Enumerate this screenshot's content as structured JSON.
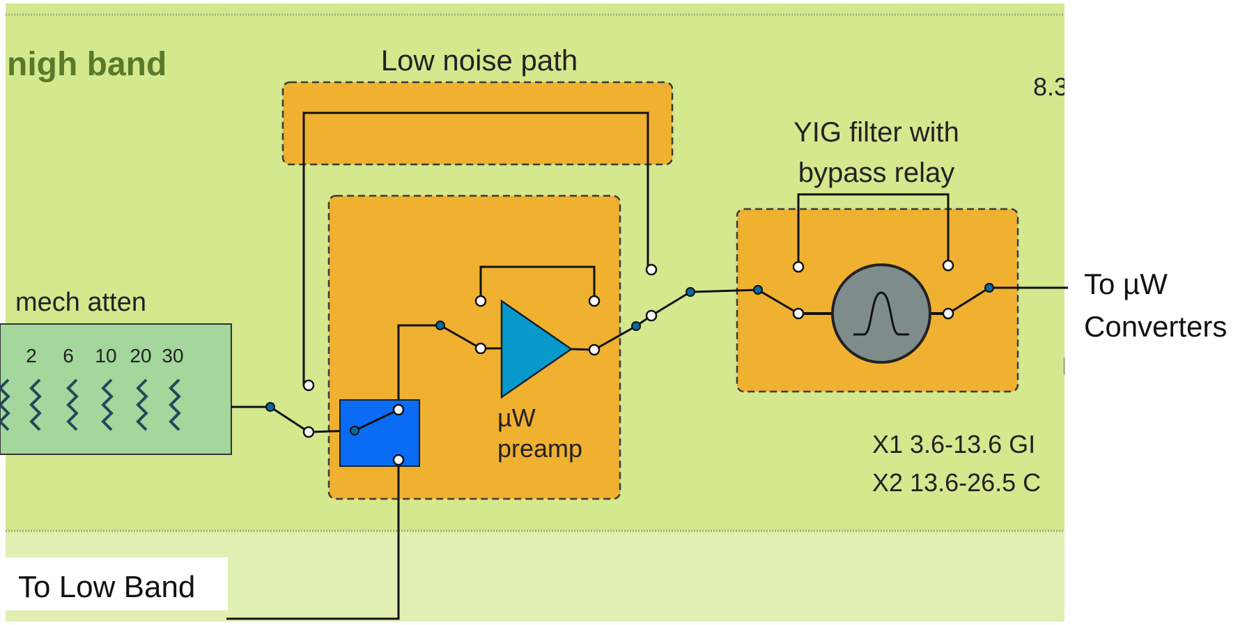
{
  "section_title": "nigh band",
  "blocks": {
    "low_noise_path": {
      "label": "Low noise path"
    },
    "yig_filter": {
      "label_line1": "YIG filter with",
      "label_line2": "bypass relay"
    },
    "mech_atten": {
      "label": "mech atten",
      "steps": [
        "2",
        "6",
        "10",
        "20",
        "30"
      ]
    },
    "preamp": {
      "label_line1": "µW",
      "label_line2": "preamp"
    }
  },
  "outputs": {
    "to_uw_line1": "To µW",
    "to_uw_line2": "Converters",
    "to_low_band": "To Low Band"
  },
  "clipped_text": {
    "top_right": "8.3",
    "x1": "X1 3.6-13.6 GI",
    "x2": "X2 13.6-26.5 C",
    "right_edge_mark": "I"
  },
  "colors": {
    "band_background": "#d4e88e",
    "lower_background": "#e0efb2",
    "block_orange": "#f0b030",
    "attenuator_green": "#a3d79c",
    "switch_blue": "#0a6cf5",
    "amp_blue": "#0799c9",
    "filter_gray": "#7f8c8c",
    "title_green": "#5a7a2a"
  }
}
